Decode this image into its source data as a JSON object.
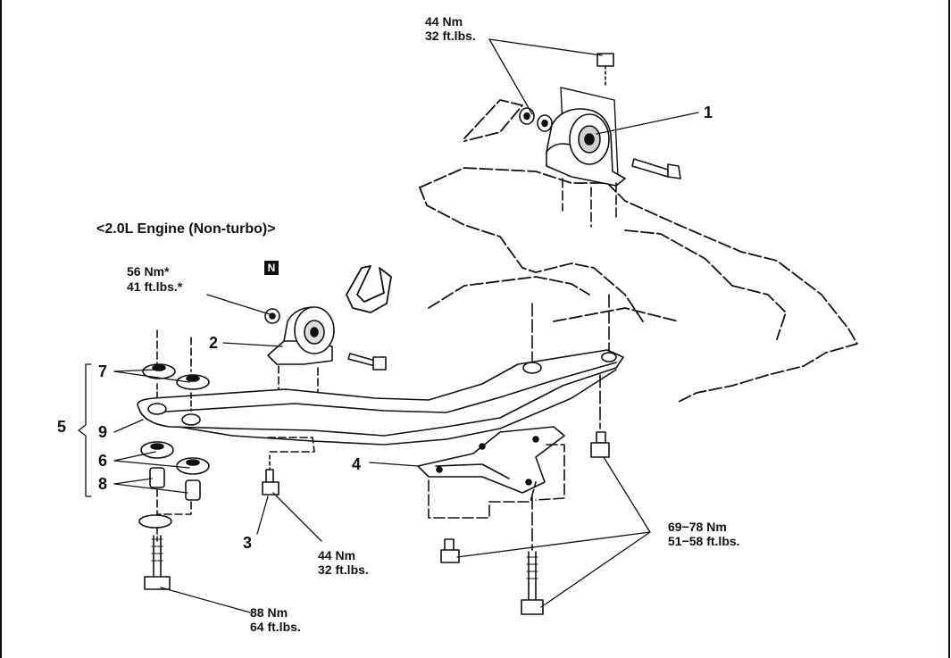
{
  "title": "<2.0L Engine (Non-turbo)>",
  "nut_badge": "N",
  "callouts": {
    "c1": "1",
    "c2": "2",
    "c3": "3",
    "c4": "4",
    "c5": "5",
    "c6": "6",
    "c7": "7",
    "c8": "8",
    "c9": "9"
  },
  "torques": {
    "t_top": {
      "nm": "44 Nm",
      "ft": "32 ft.lbs."
    },
    "t_56": {
      "nm": "56 Nm*",
      "ft": "41 ft.lbs.*"
    },
    "t_44b": {
      "nm": "44 Nm",
      "ft": "32 ft.lbs."
    },
    "t_88": {
      "nm": "88 Nm",
      "ft": "64 ft.lbs."
    },
    "t_69": {
      "nm": "69−78 Nm",
      "ft": "51−58 ft.lbs."
    }
  },
  "colors": {
    "line": "#111111",
    "part": "#ffffff",
    "shade": "#c8c8c8"
  }
}
